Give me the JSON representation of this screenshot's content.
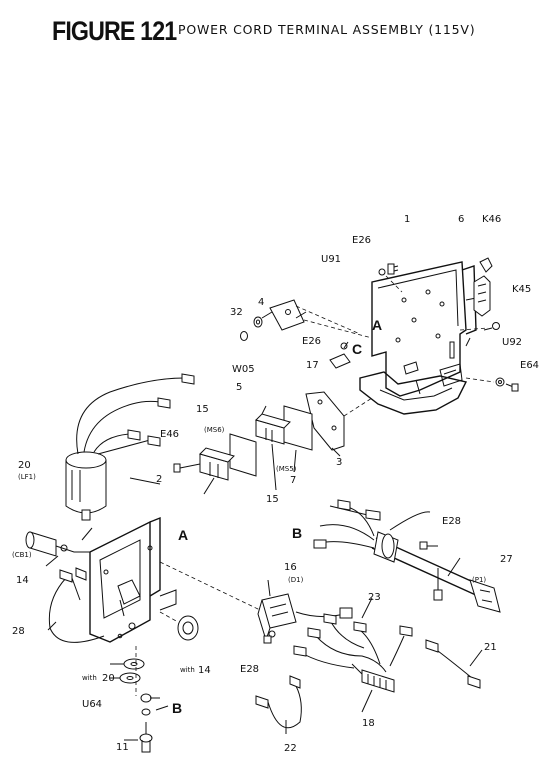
{
  "header": {
    "figure": "FIGURE 121",
    "title": "POWER CORD TERMINAL ASSEMBLY (115V)"
  },
  "callouts": {
    "c1": "1",
    "c6": "6",
    "k46": "K46",
    "e26_top": "E26",
    "u91": "U91",
    "k45": "K45",
    "c32": "32",
    "c4": "4",
    "letter_a_top": "A",
    "e26_mid": "E26",
    "letter_c": "C",
    "u92": "U92",
    "c17": "17",
    "w05": "W05",
    "e64": "E64",
    "c5": "5",
    "c15_top": "15",
    "e46": "E46",
    "ms6": "(MS6)",
    "c3": "3",
    "ms5": "(MS5)",
    "c7": "7",
    "c20": "20",
    "lf1": "(LF1)",
    "c15_bot": "15",
    "c2": "2",
    "letter_a_left": "A",
    "letter_b_right": "B",
    "e28_right": "E28",
    "cb1": "(CB1)",
    "c14": "14",
    "c16": "16",
    "d1": "(D1)",
    "c27": "27",
    "p1": "(P1)",
    "c23": "23",
    "c28": "28",
    "c21": "21",
    "with20_a": "with",
    "with20_b": "20",
    "with14_a": "with",
    "with14_b": "14",
    "e28_left": "E28",
    "u64": "U64",
    "letter_b_left": "B",
    "c18": "18",
    "c11": "11",
    "c22": "22"
  }
}
